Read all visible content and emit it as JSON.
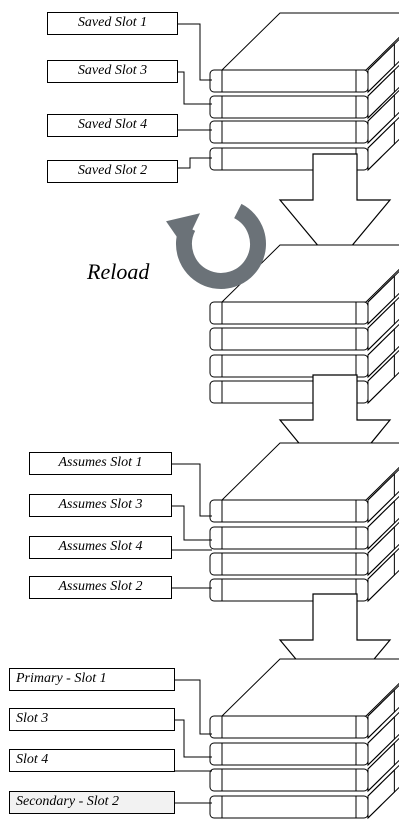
{
  "saved_slots": [
    "Saved Slot 1",
    "Saved Slot 3",
    "Saved Slot 4",
    "Saved Slot 2"
  ],
  "reload_label": "Reload",
  "assumes_slots": [
    "Assumes Slot 1",
    "Assumes Slot 3",
    "Assumes Slot 4",
    "Assumes Slot 2"
  ],
  "final_slots": [
    "Primary - Slot 1",
    "Slot 3",
    "Slot 4",
    "Secondary - Slot 2"
  ],
  "colors": {
    "line": "#000000",
    "reload_icon": "#6b7278",
    "label_highlight": "#f2f2f2"
  },
  "icons": {
    "reload": "reload-icon",
    "flow_arrow": "down-arrow-icon"
  }
}
